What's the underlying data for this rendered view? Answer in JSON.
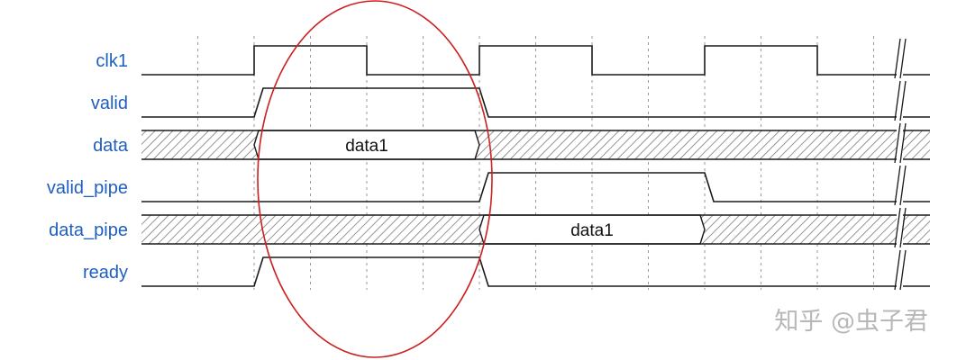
{
  "signals": [
    {
      "name": "clk1",
      "kind": "clock"
    },
    {
      "name": "valid",
      "kind": "bit",
      "high": [
        [
          2,
          6
        ]
      ]
    },
    {
      "name": "data",
      "kind": "bus",
      "valid": [
        {
          "from": 2,
          "to": 6,
          "label": "data1"
        }
      ]
    },
    {
      "name": "valid_pipe",
      "kind": "bit",
      "high": [
        [
          6,
          10
        ]
      ]
    },
    {
      "name": "data_pipe",
      "kind": "bus",
      "valid": [
        {
          "from": 6,
          "to": 10,
          "label": "data1"
        }
      ]
    },
    {
      "name": "ready",
      "kind": "bit",
      "high": [
        [
          2,
          6
        ]
      ]
    }
  ],
  "clock": {
    "period_half_cycles": 2,
    "first_rise_half_cycle": 2
  },
  "highlight": {
    "shape": "ellipse",
    "color": "#cc1f1f",
    "spans_half_cycles": [
      2,
      6
    ]
  },
  "watermark": "知乎 @虫子君",
  "colors": {
    "label": "#1f5fbf",
    "wave": "#1a1a1a",
    "grid": "#9a9a9a",
    "highlight": "#cc1f1f"
  }
}
